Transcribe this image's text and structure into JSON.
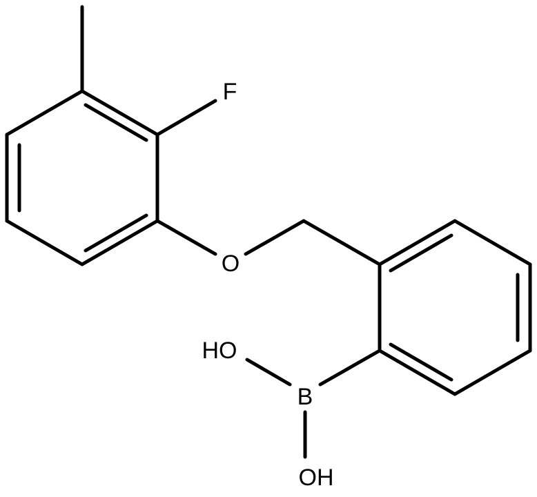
{
  "molecule": {
    "atoms": {
      "fluorine": "F",
      "oxygen": "O",
      "boron": "B",
      "hydroxyl_upper": "HO",
      "hydroxyl_lower": "OH"
    }
  },
  "colors": {
    "bond": "#000000",
    "label": "#000000",
    "background": "#ffffff"
  }
}
